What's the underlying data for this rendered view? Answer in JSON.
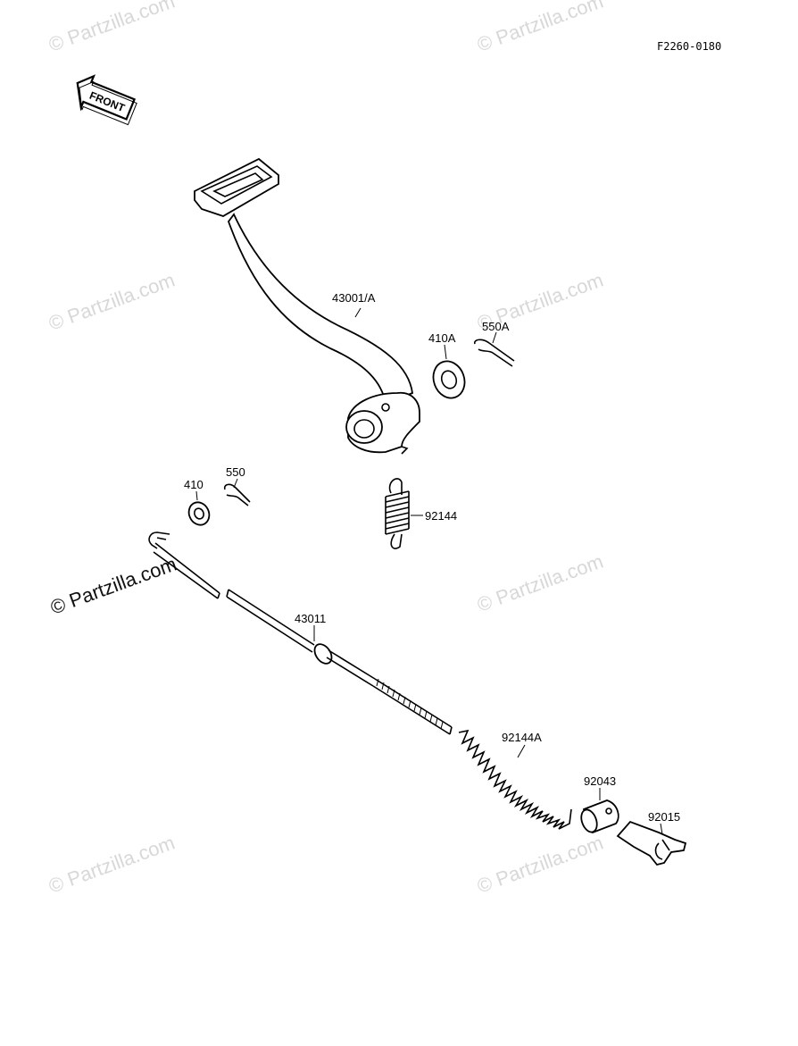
{
  "figure_code": "F2260-0180",
  "front_label": "FRONT",
  "watermark_text": "© Partzilla.com",
  "parts": {
    "pedal": "43001/A",
    "washer_a": "410A",
    "cotter_pin_a": "550A",
    "washer": "410",
    "cotter_pin": "550",
    "spring": "92144",
    "rod": "43011",
    "spring_a": "92144A",
    "collar": "92043",
    "joint": "92015"
  }
}
